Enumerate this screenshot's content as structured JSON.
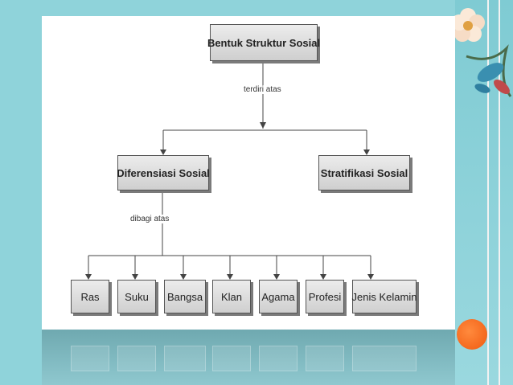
{
  "diagram": {
    "root": "Bentuk Struktur Sosial",
    "root_edge_label": "terdiri atas",
    "level1": [
      "Diferensiasi Sosial",
      "Stratifikasi Sosial"
    ],
    "level1_edge_label": "dibagi atas",
    "leaves": [
      "Ras",
      "Suku",
      "Bangsa",
      "Klan",
      "Agama",
      "Profesi",
      "Jenis Kelamin"
    ]
  },
  "colors": {
    "background": "#8fd3da",
    "accent_orange": "#f05a10"
  }
}
